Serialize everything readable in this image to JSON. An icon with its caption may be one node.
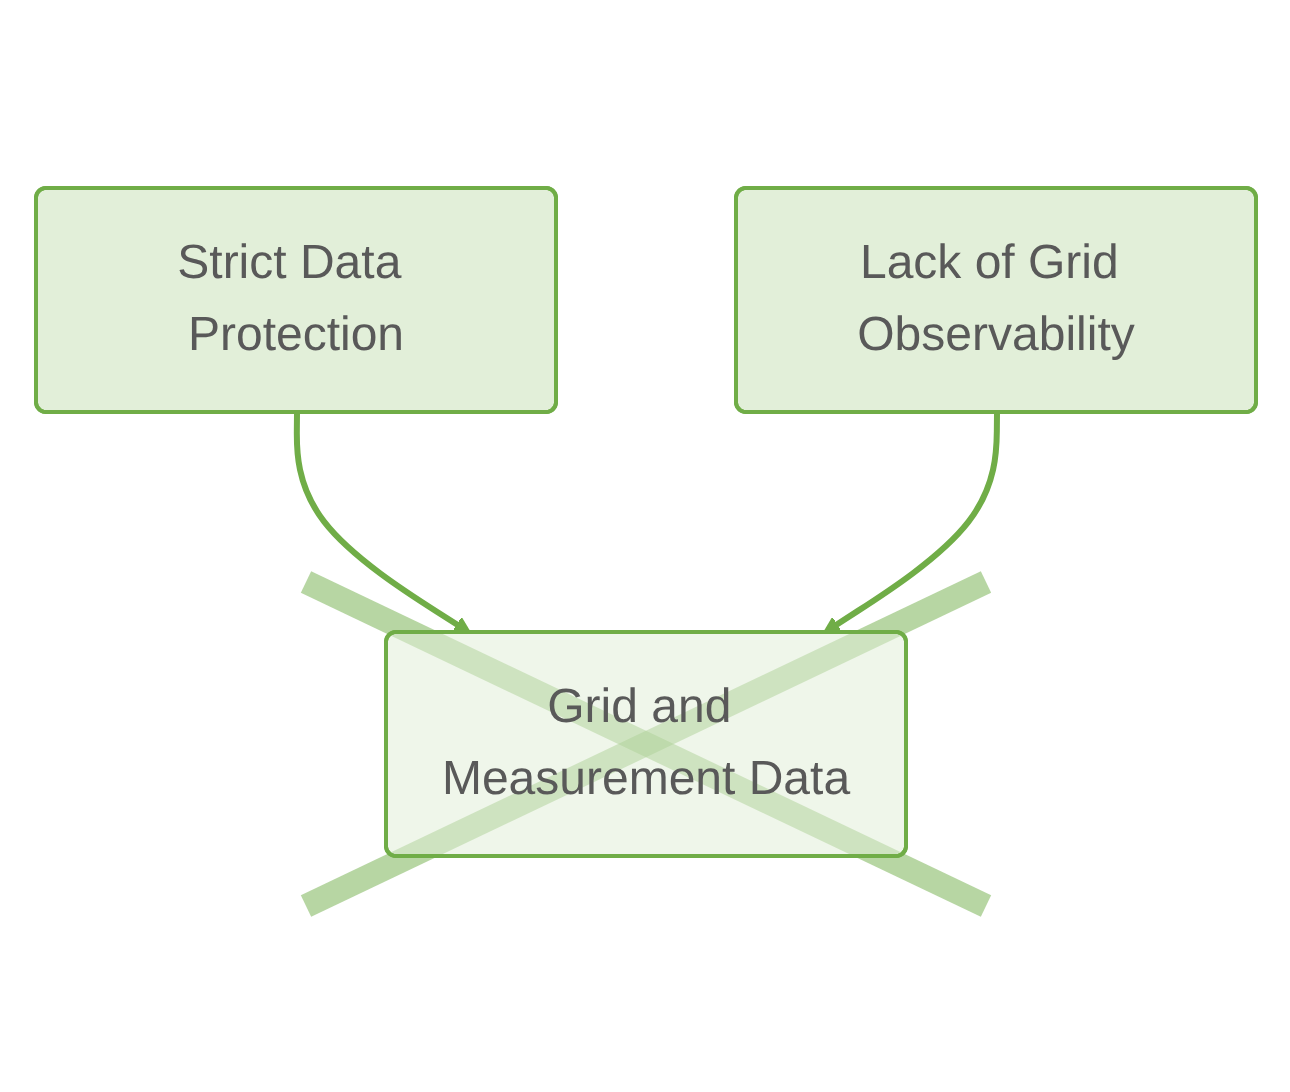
{
  "diagram": {
    "nodes": [
      {
        "text": [
          "Strict Data Protection"
        ]
      },
      {
        "text": [
          "Lack of Grid Observability"
        ]
      },
      {
        "text": [
          "Grid and Measurement Data"
        ]
      }
    ],
    "edges": [
      {
        "from": 0,
        "to": 2,
        "arrow": "to"
      },
      {
        "from": 1,
        "to": 2,
        "arrow": "to"
      }
    ]
  }
}
